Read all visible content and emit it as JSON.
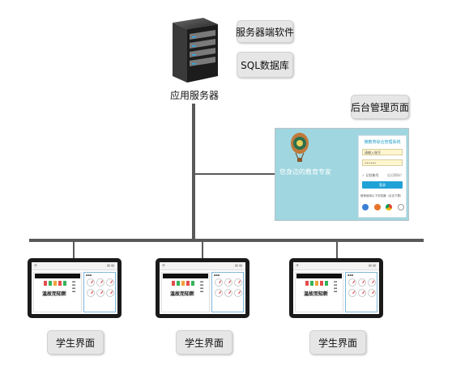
{
  "server": {
    "caption": "应用服务器",
    "tags": [
      "服务器端软件",
      "SQL数据库"
    ]
  },
  "admin": {
    "label": "后台管理页面",
    "slogan": "您身边的教育专家",
    "login_title": "微教育综合管理系统",
    "username_placeholder": "请输入账号",
    "password_value": "••••••",
    "remember_label": "记住账号",
    "forgot_label": "忘记密码？",
    "login_button": "登录",
    "browser_note": "推荐使用以下浏览器（点击下载）"
  },
  "students": {
    "label": "学生界面",
    "screen_title": "温故而知新"
  },
  "colors": {
    "line": "#595959",
    "tag_bg": "#e6e6e6",
    "admin_bg": "#9fd6e0",
    "accent": "#1fa2d6"
  }
}
